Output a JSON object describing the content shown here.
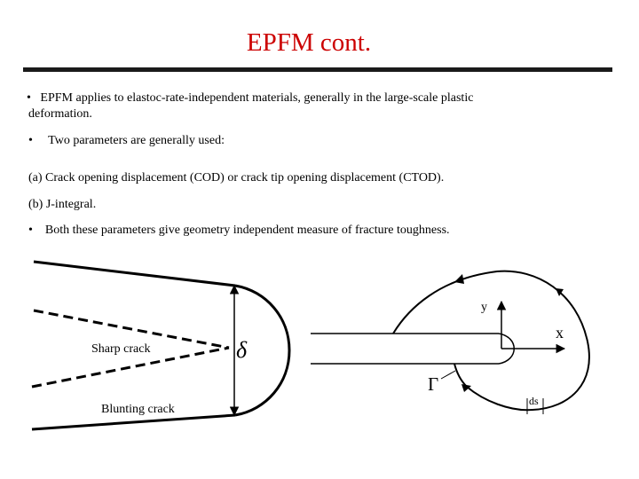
{
  "slide": {
    "title": "EPFM cont.",
    "title_color": "#cc0000"
  },
  "body": {
    "bullet_symbol": "•",
    "line1a": "EPFM applies to elastoc-rate-independent materials, generally in the large-scale plastic",
    "line1b": "deformation.",
    "line2": "Two parameters are generally used:",
    "item_a": "(a) Crack opening displacement  (COD) or crack tip opening displacement (CTOD).",
    "item_b": "(b)  J-integral.",
    "line3": "Both these parameters give geometry independent measure of fracture toughness."
  },
  "figure": {
    "sharp_crack_label": "Sharp crack",
    "blunting_crack_label": "Blunting crack",
    "delta_symbol": "δ",
    "y_axis_label": "y",
    "x_axis_label": "x",
    "gamma_label": "Γ",
    "ds_label": "ds"
  }
}
